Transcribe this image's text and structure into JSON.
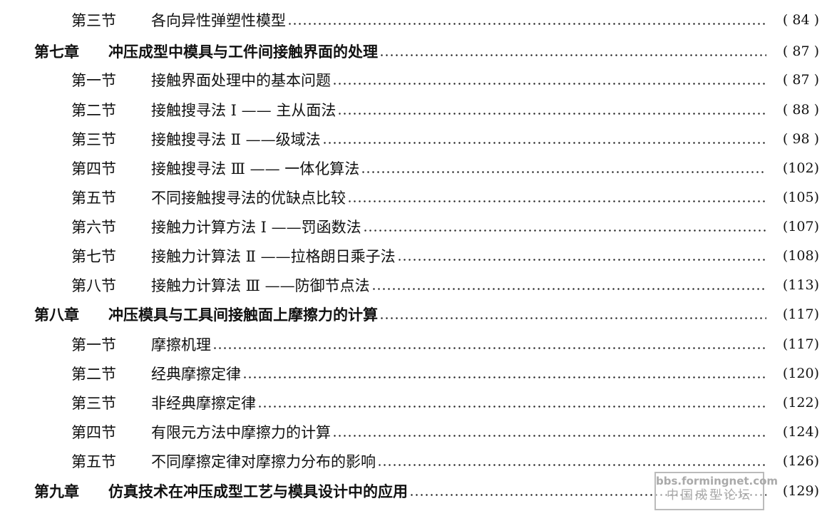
{
  "entries": [
    {
      "type": "section",
      "number": "第三节",
      "title": "各向异性弹塑性模型",
      "page": "( 84 )"
    },
    {
      "type": "chapter",
      "number": "第七章",
      "title": "冲压成型中模具与工件间接触界面的处理",
      "page": "( 87 )"
    },
    {
      "type": "section",
      "number": "第一节",
      "title": "接触界面处理中的基本问题",
      "page": "( 87 )"
    },
    {
      "type": "section",
      "number": "第二节",
      "title": "接触搜寻法 Ⅰ —— 主从面法",
      "page": "( 88 )"
    },
    {
      "type": "section",
      "number": "第三节",
      "title": "接触搜寻法 Ⅱ ——级域法",
      "page": "( 98 )"
    },
    {
      "type": "section",
      "number": "第四节",
      "title": "接触搜寻法 Ⅲ —— 一体化算法",
      "page": "(102)"
    },
    {
      "type": "section",
      "number": "第五节",
      "title": "不同接触搜寻法的优缺点比较",
      "page": "(105)"
    },
    {
      "type": "section",
      "number": "第六节",
      "title": "接触力计算方法 Ⅰ ——罚函数法",
      "page": "(107)"
    },
    {
      "type": "section",
      "number": "第七节",
      "title": "接触力计算法 Ⅱ ——拉格朗日乘子法",
      "page": "(108)"
    },
    {
      "type": "section",
      "number": "第八节",
      "title": "接触力计算法 Ⅲ ——防御节点法",
      "page": "(113)"
    },
    {
      "type": "chapter",
      "number": "第八章",
      "title": "冲压模具与工具间接触面上摩擦力的计算",
      "page": "(117)"
    },
    {
      "type": "section",
      "number": "第一节",
      "title": "摩擦机理",
      "page": "(117)"
    },
    {
      "type": "section",
      "number": "第二节",
      "title": "经典摩擦定律",
      "page": "(120)"
    },
    {
      "type": "section",
      "number": "第三节",
      "title": "非经典摩擦定律",
      "page": "(122)"
    },
    {
      "type": "section",
      "number": "第四节",
      "title": "有限元方法中摩擦力的计算",
      "page": "(124)"
    },
    {
      "type": "section",
      "number": "第五节",
      "title": "不同摩擦定律对摩擦力分布的影响",
      "page": "(126)"
    },
    {
      "type": "chapter",
      "number": "第九章",
      "title": "仿真技术在冲压成型工艺与模具设计中的应用",
      "page": "(129)"
    }
  ],
  "watermark": {
    "line1": "bbs.formingnet.com",
    "line2": "中国成型论坛"
  }
}
